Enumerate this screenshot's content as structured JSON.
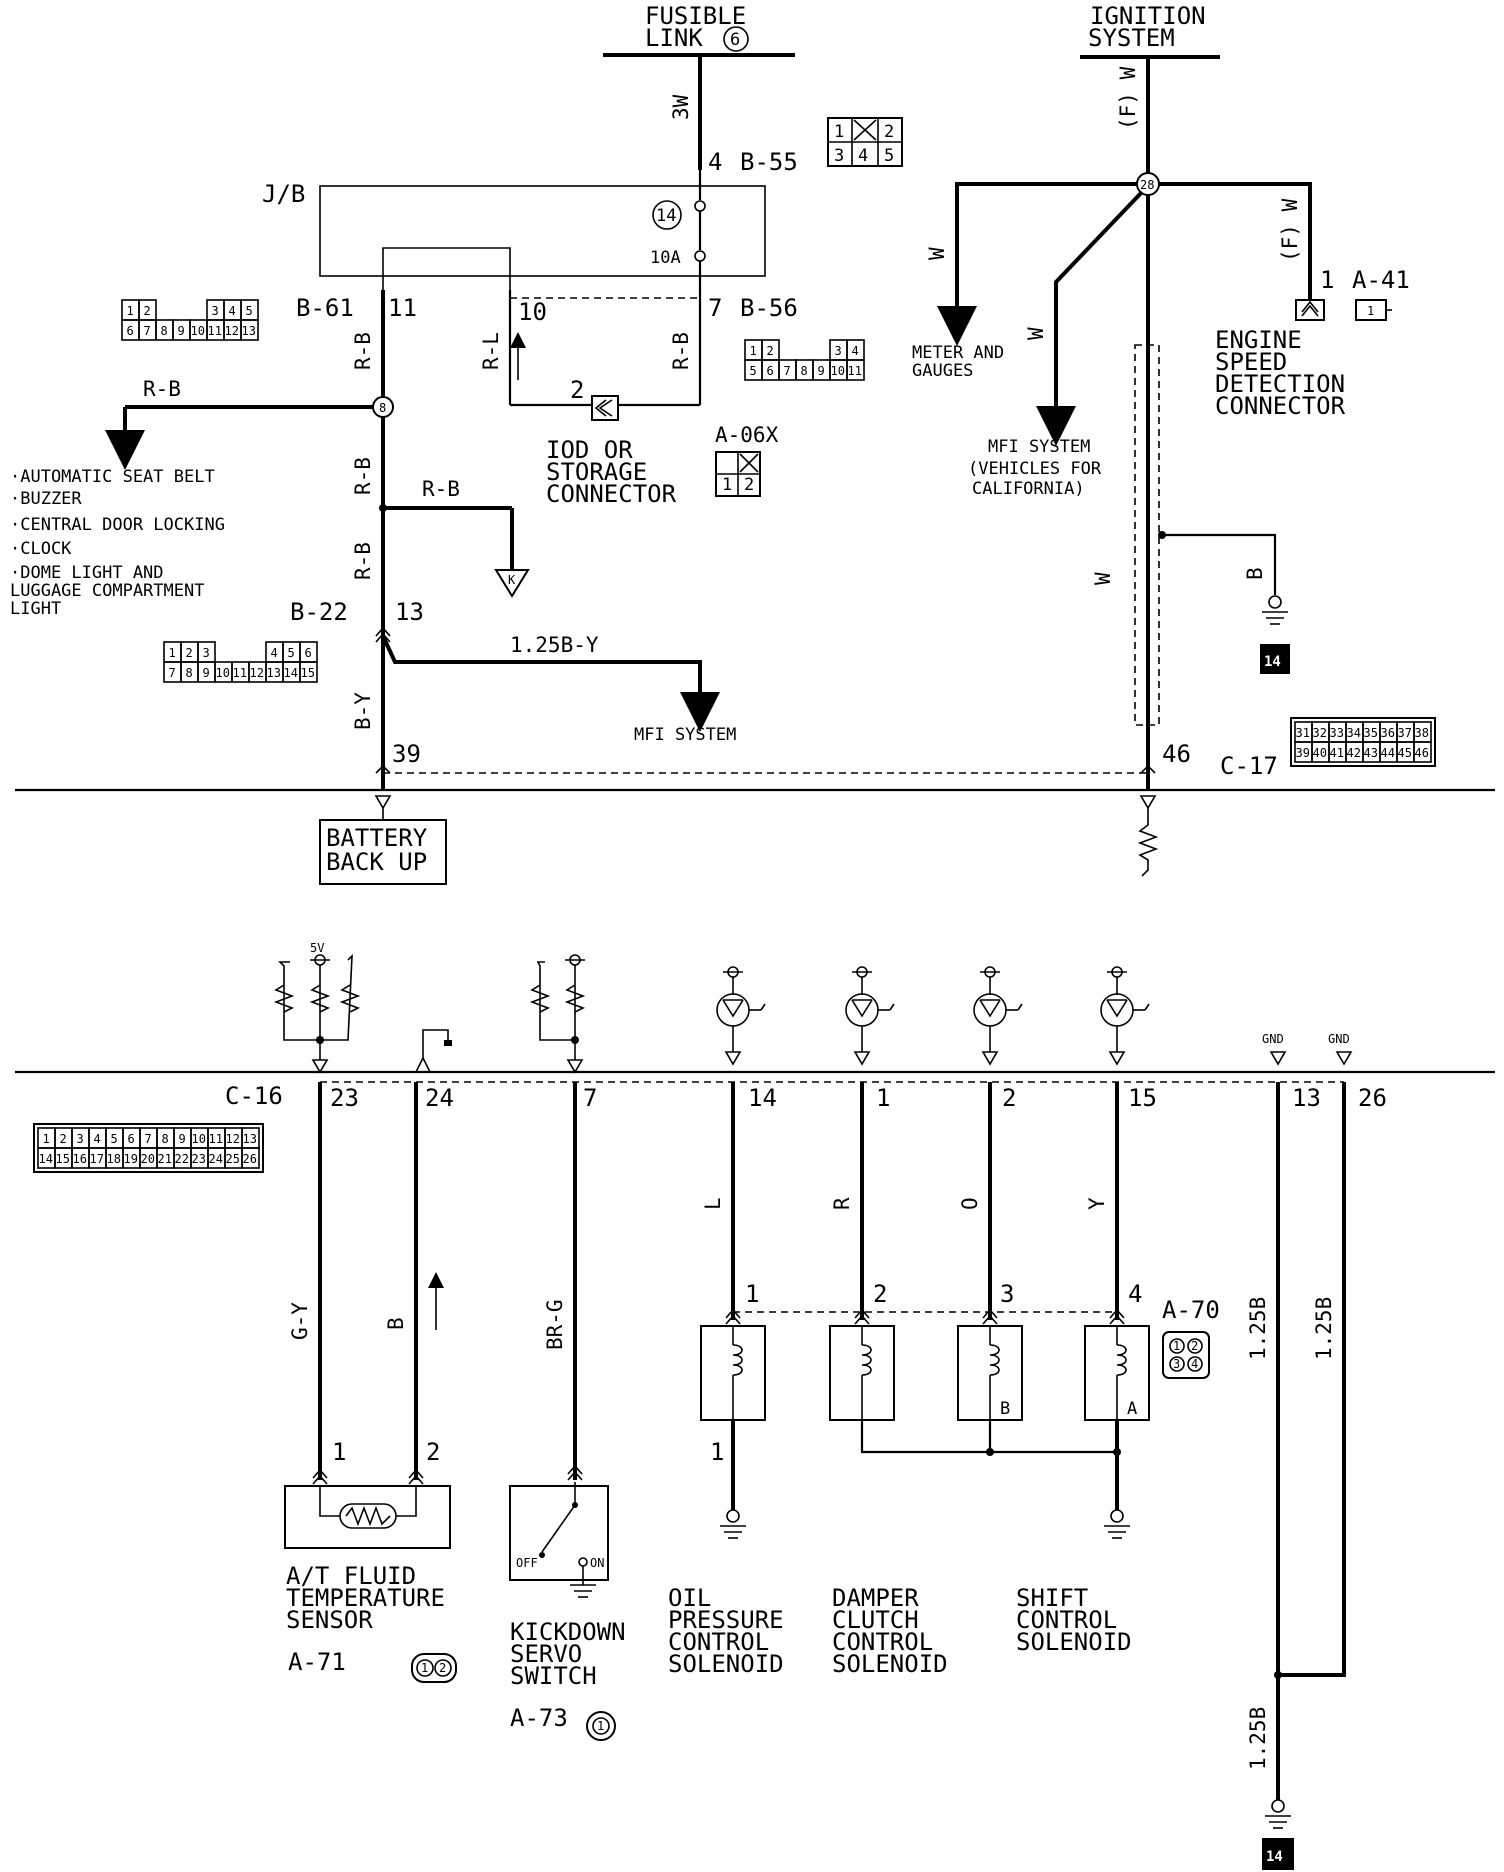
{
  "top": {
    "fusible_link": {
      "line1": "FUSIBLE",
      "line2": "LINK",
      "num": "6"
    },
    "ignition": {
      "line1": "IGNITION",
      "line2": "SYSTEM"
    },
    "wire_3w": "3W",
    "wire_fw": "(F) W",
    "wire_fw2": "(F) W",
    "conn_b55": {
      "pin": "4",
      "name": "B-55",
      "cells": [
        "1",
        "",
        "2",
        "3",
        "4",
        "5"
      ]
    },
    "jb": "J/B",
    "fuse": {
      "num": "14",
      "rating": "10A"
    },
    "conn_b61": {
      "name": "B-61",
      "pin": "11",
      "cells_top": [
        "1",
        "2",
        "3",
        "4",
        "5"
      ],
      "cells_bot": [
        "6",
        "7",
        "8",
        "9",
        "10",
        "11",
        "12",
        "13"
      ]
    },
    "pin_10": "10",
    "conn_b56": {
      "pin": "7",
      "name": "B-56",
      "cells_top": [
        "1",
        "2",
        "3",
        "4"
      ],
      "cells_bot": [
        "5",
        "6",
        "7",
        "8",
        "9",
        "10",
        "11"
      ]
    },
    "wire_rb": "R-B",
    "wire_rl": "R-L",
    "splice_8": "8",
    "splice_28": "28",
    "iod": {
      "pin": "2",
      "line1": "IOD OR",
      "line2": "STORAGE",
      "line3": "CONNECTOR",
      "conn": "A-06X",
      "cells": [
        "1",
        "2"
      ]
    },
    "left_list": [
      "·AUTOMATIC SEAT BELT",
      "·BUZZER",
      "·CENTRAL DOOR LOCKING",
      "·CLOCK",
      "·DOME LIGHT AND",
      " LUGGAGE COMPARTMENT",
      " LIGHT"
    ],
    "ground_k": "K",
    "conn_b22": {
      "name": "B-22",
      "pin": "13",
      "cells_top": [
        "1",
        "2",
        "3",
        "4",
        "5",
        "6"
      ],
      "cells_bot": [
        "7",
        "8",
        "9",
        "10",
        "11",
        "12",
        "13",
        "14",
        "15"
      ]
    },
    "wire_125by": "1.25B-Y",
    "mfi_system": "MFI SYSTEM",
    "wire_by": "B-Y",
    "pin_39": "39",
    "battery": {
      "line1": "BATTERY",
      "line2": "BACK UP"
    },
    "wire_w": "W",
    "meter": {
      "line1": "METER AND",
      "line2": "GAUGES"
    },
    "mfi_cal": {
      "line1": "MFI SYSTEM",
      "line2": "(VEHICLES FOR",
      "line3": "CALIFORNIA)"
    },
    "conn_a41": {
      "pin": "1",
      "name": "A-41",
      "cell": "1"
    },
    "engine_speed": [
      "ENGINE",
      "SPEED",
      "DETECTION",
      "CONNECTOR"
    ],
    "wire_b": "B",
    "ground_14": "14",
    "pin_46": "46",
    "conn_c17": {
      "name": "C-17",
      "cells_top": [
        "31",
        "32",
        "33",
        "34",
        "35",
        "36",
        "37",
        "38"
      ],
      "cells_bot": [
        "39",
        "40",
        "41",
        "42",
        "43",
        "44",
        "45",
        "46"
      ]
    }
  },
  "bottom": {
    "v5": "5V",
    "gnd": "GND",
    "conn_c16": {
      "name": "C-16",
      "cells_top": [
        "1",
        "2",
        "3",
        "4",
        "5",
        "6",
        "7",
        "8",
        "9",
        "10",
        "11",
        "12",
        "13"
      ],
      "cells_bot": [
        "14",
        "15",
        "16",
        "17",
        "18",
        "19",
        "20",
        "21",
        "22",
        "23",
        "24",
        "25",
        "26"
      ]
    },
    "pins": [
      "23",
      "24",
      "7",
      "14",
      "1",
      "2",
      "15",
      "13",
      "26"
    ],
    "wire_colors": [
      "G-Y",
      "B",
      "BR-G",
      "L",
      "R",
      "O",
      "Y",
      "1.25B",
      "1.25B",
      "1.25B"
    ],
    "sensor_pins": [
      "1",
      "2"
    ],
    "solenoid_pins": [
      "1",
      "2",
      "3",
      "4"
    ],
    "solenoid_letters": [
      "B",
      "A"
    ],
    "oil_ground_pin": "1",
    "conn_a70": {
      "name": "A-70",
      "cells": [
        "1",
        "2",
        "3",
        "4"
      ]
    },
    "off": "OFF",
    "on": "ON",
    "at_fluid": {
      "line1": "A/T FLUID",
      "line2": "TEMPERATURE",
      "line3": "SENSOR",
      "conn": "A-71",
      "cells": [
        "1",
        "2"
      ]
    },
    "kickdown": {
      "line1": "KICKDOWN",
      "line2": "SERVO",
      "line3": "SWITCH",
      "conn": "A-73",
      "cell": "1"
    },
    "oil_pressure": [
      "OIL",
      "PRESSURE",
      "CONTROL",
      "SOLENOID"
    ],
    "damper": [
      "DAMPER",
      "CLUTCH",
      "CONTROL",
      "SOLENOID"
    ],
    "shift": [
      "SHIFT",
      "CONTROL",
      "SOLENOID"
    ],
    "ground_14": "14"
  }
}
